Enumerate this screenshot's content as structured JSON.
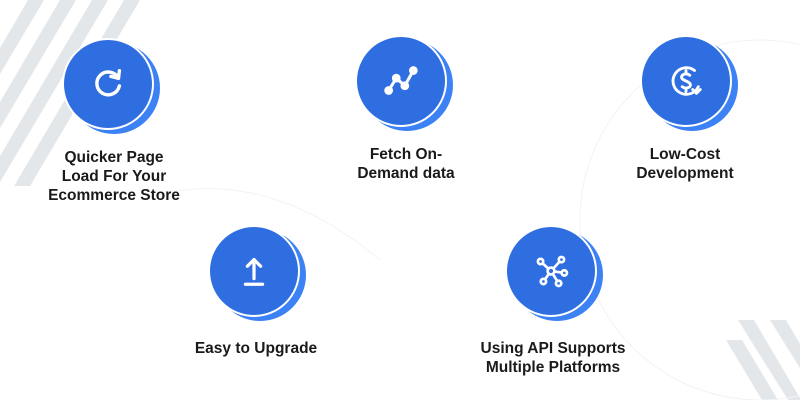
{
  "colors": {
    "badge_fill": "#2f6ee0",
    "badge_shadow": "#3c82f5",
    "stripes": "#e3e7ea",
    "text": "#1a1a1a"
  },
  "features": [
    {
      "icon": "refresh-icon",
      "label": "Quicker Page\nLoad For Your\nEcommerce Store"
    },
    {
      "icon": "line-chart-icon",
      "label": "Fetch On-\nDemand data"
    },
    {
      "icon": "dollar-down-icon",
      "label": "Low-Cost\nDevelopment"
    },
    {
      "icon": "upload-icon",
      "label": "Easy to Upgrade"
    },
    {
      "icon": "network-icon",
      "label": "Using API Supports\nMultiple Platforms"
    }
  ]
}
